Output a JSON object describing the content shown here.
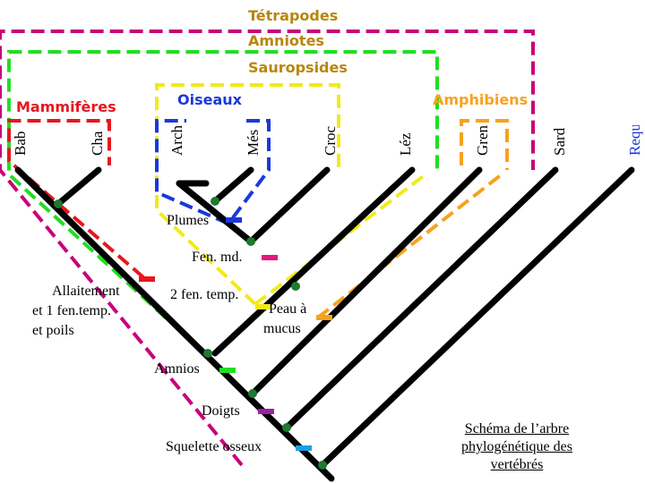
{
  "groups": {
    "tetrapodes": {
      "label": "Tétrapodes",
      "color": "#c8007a"
    },
    "amniotes": {
      "label": "Amniotes",
      "color": "#22dd22"
    },
    "sauropsides": {
      "label": "Sauropsides",
      "color": "#f2ea18"
    },
    "mammiferes": {
      "label": "Mammifères",
      "color": "#e8161e"
    },
    "oiseaux": {
      "label": "Oiseaux",
      "color": "#1a38dd"
    },
    "amphibiens": {
      "label": "Amphibiens",
      "color": "#f7a21c"
    },
    "group_text_color": "#b8860b"
  },
  "taxa": [
    "Bab",
    "Cha",
    "Arch",
    "Més",
    "Croc",
    "Léz",
    "Gren",
    "Sard",
    "Requ"
  ],
  "characters": {
    "plumes": "Plumes",
    "fen_md": "Fen. md.",
    "allaitement_line1": "Allaitement",
    "allaitement_line2": "et 1 fen.temp.",
    "allaitement_line3": "et poils",
    "deux_fen": "2 fen. temp.",
    "peau_line1": "Peau à",
    "peau_line2": "mucus",
    "amnios": "Amnios",
    "doigts": "Doigts",
    "squelette": "Squelette osseux"
  },
  "caption": "Schéma de l’arbre phylogénétique des vertébrés",
  "colors": {
    "tree": "#000000",
    "node": "#1e7a2e",
    "mark_plumes": "#1a38dd",
    "mark_fen_md": "#e8167a",
    "mark_allaitement": "#e8161e",
    "mark_peau": "#f7a21c",
    "mark_amnios": "#22dd22",
    "mark_doigts": "#9b1fa8",
    "mark_squelette": "#1aa0e8"
  }
}
